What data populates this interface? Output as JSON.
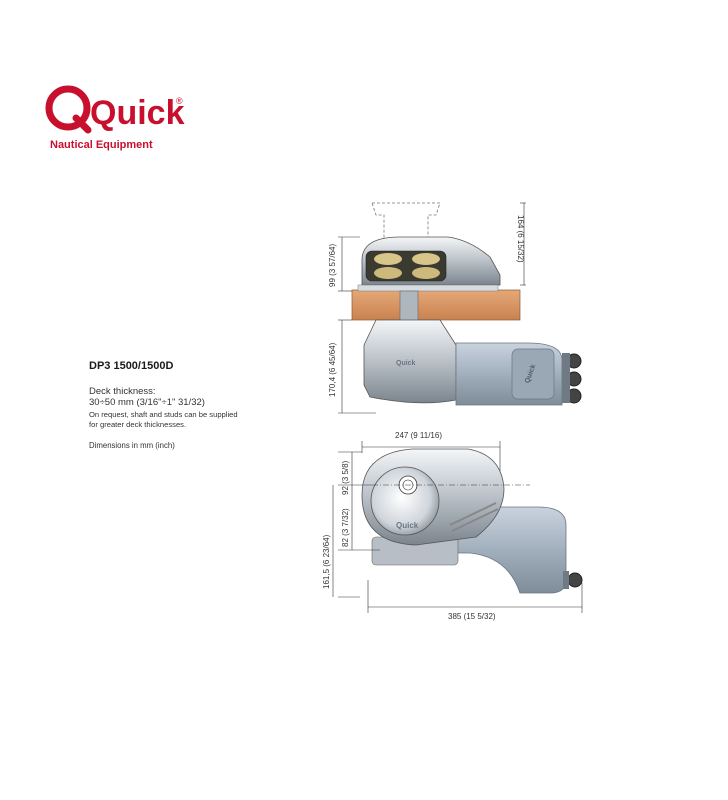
{
  "logo": {
    "brand": "Quick",
    "subtitle": "Nautical Equipment",
    "registered": "®",
    "brand_color": "#c8102e"
  },
  "product": {
    "model": "DP3 1500/1500D",
    "deck_thickness_label": "Deck thickness:",
    "deck_thickness_value": "30÷50 mm (3/16\"÷1\" 31/32)",
    "note_line1": "On request, shaft and studs can be supplied",
    "note_line2": "for greater deck thicknesses.",
    "units_note": "Dimensions in mm (inch)"
  },
  "dimensions": {
    "height_top": "164 (6 15/32)",
    "height_above_deck": "99 (3 57/64)",
    "height_below_deck": "170,4 (6 45/64)",
    "width": "247 (9 11/16)",
    "depth_front": "92 (3 5/8)",
    "depth_rear": "82 (3 7/32)",
    "total_depth": "161,5 (6 23/64)",
    "total_length": "385 (15 5/32)"
  },
  "unit_labels": {
    "badge": "Quick"
  }
}
